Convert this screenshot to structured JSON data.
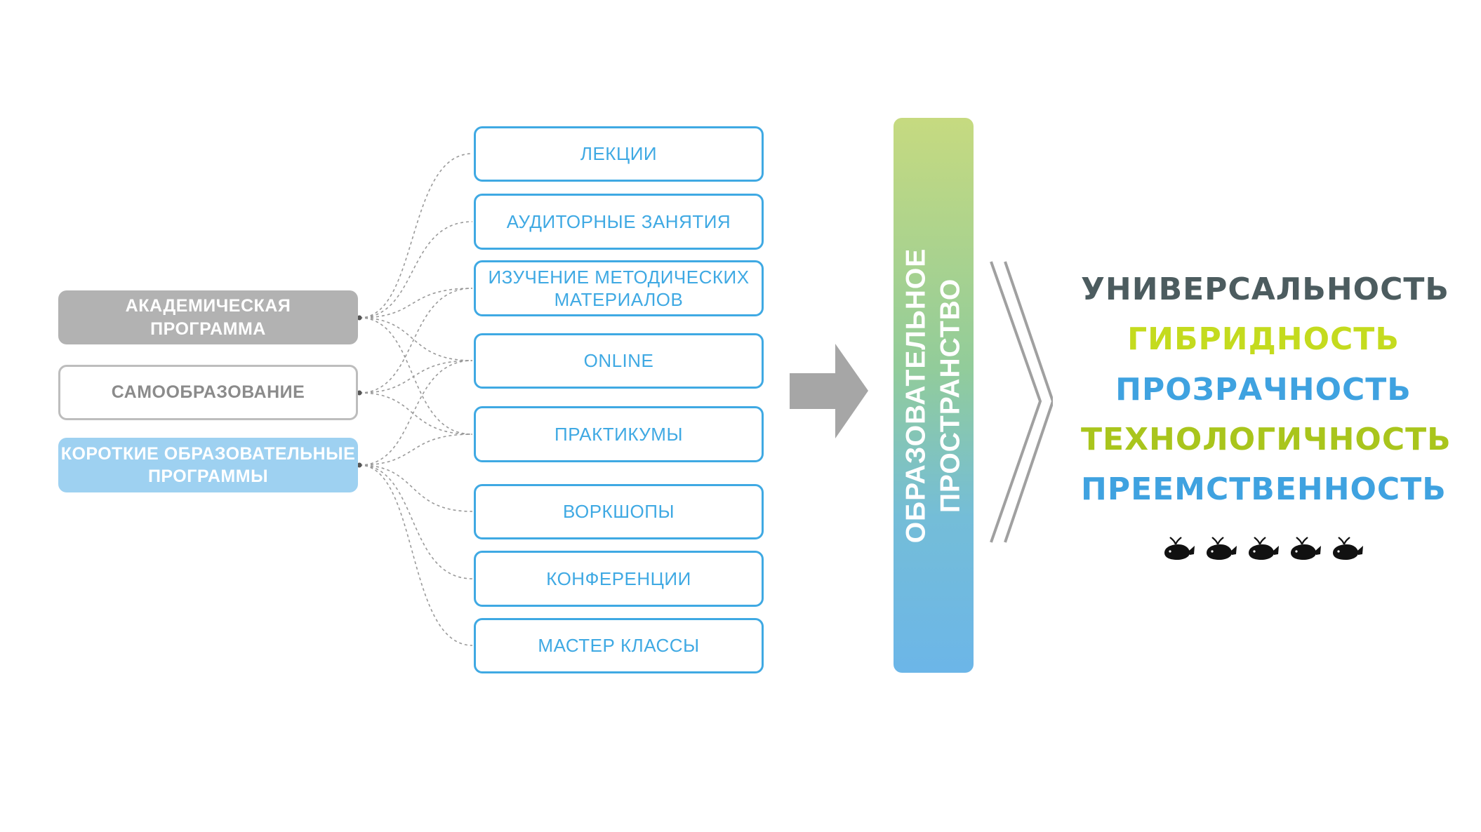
{
  "sources": [
    {
      "id": "academic",
      "label": "АКАДЕМИЧЕСКАЯ\nПРОГРАММА"
    },
    {
      "id": "selfedu",
      "label": "САМООБРАЗОВАНИЕ"
    },
    {
      "id": "short",
      "label": "КОРОТКИЕ ОБРАЗОВАТЕЛЬНЫЕ\nПРОГРАММЫ"
    }
  ],
  "activities": [
    "ЛЕКЦИИ",
    "АУДИТОРНЫЕ ЗАНЯТИЯ",
    "ИЗУЧЕНИЕ МЕТОДИЧЕСКИХ\nМАТЕРИАЛОВ",
    "ONLINE",
    "ПРАКТИКУМЫ",
    "ВОРКШОПЫ",
    "КОНФЕРЕНЦИИ",
    "МАСТЕР КЛАССЫ"
  ],
  "space_label": "ОБРАЗОВАТЕЛЬНОЕ\nПРОСТРАНСТВО",
  "qualities": [
    {
      "label": "УНИВЕРСАЛЬНОСТЬ",
      "color": "#4c5c5f"
    },
    {
      "label": "ГИБРИДНОСТЬ",
      "color": "#c4db1e"
    },
    {
      "label": "ПРОЗРАЧНОСТЬ",
      "color": "#3fa2e0"
    },
    {
      "label": "ТЕХНОЛОГИЧНОСТЬ",
      "color": "#a9c51c"
    },
    {
      "label": "ПРЕЕМСТВЕННОСТЬ",
      "color": "#3fa2e0"
    }
  ],
  "icons": [
    "whale-icon",
    "whale-icon",
    "whale-icon",
    "whale-icon",
    "whale-icon"
  ],
  "colors": {
    "activity_border": "#3fa9e3",
    "connector": "#9a9a9a",
    "arrow": "#a6a6a6"
  }
}
